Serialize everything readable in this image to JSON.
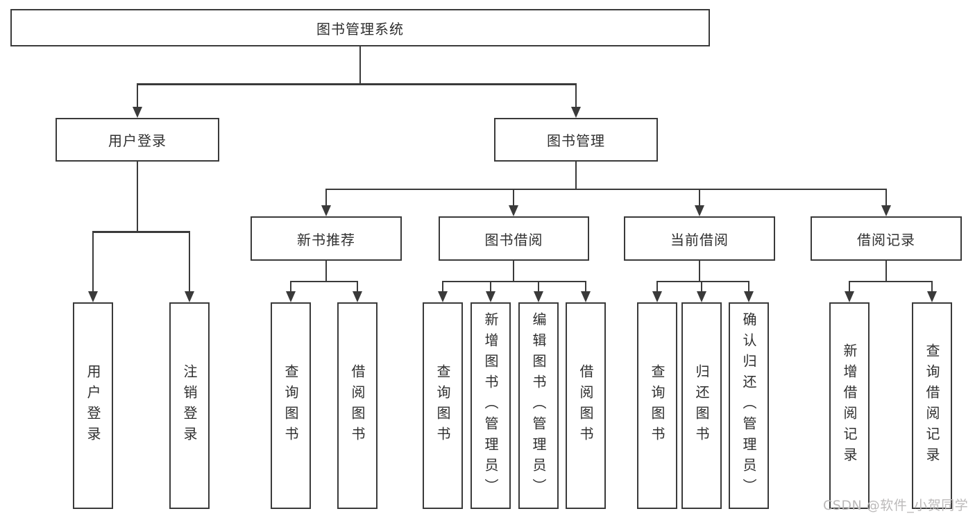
{
  "diagram": {
    "type": "hierarchy-tree",
    "root": {
      "label": "图书管理系统"
    },
    "level2": [
      {
        "id": "user-login",
        "label": "用户登录"
      },
      {
        "id": "book-management",
        "label": "图书管理"
      }
    ],
    "level3": [
      {
        "id": "new-book-recommend",
        "label": "新书推荐"
      },
      {
        "id": "book-borrowing",
        "label": "图书借阅"
      },
      {
        "id": "current-borrowing",
        "label": "当前借阅"
      },
      {
        "id": "borrow-records",
        "label": "借阅记录"
      }
    ],
    "leaves": {
      "user_login": [
        {
          "label": "用户登录"
        },
        {
          "label": "注销登录"
        }
      ],
      "new_book": [
        {
          "label": "查询图书"
        },
        {
          "label": "借阅图书"
        }
      ],
      "book_borrow": [
        {
          "label": "查询图书"
        },
        {
          "label": "新增图书（管理员）"
        },
        {
          "label": "编辑图书（管理员）"
        },
        {
          "label": "借阅图书"
        }
      ],
      "current_borrow": [
        {
          "label": "查询图书"
        },
        {
          "label": "归还图书"
        },
        {
          "label": "确认归还（管理员）"
        }
      ],
      "borrow_records": [
        {
          "label": "新增借阅记录"
        },
        {
          "label": "查询借阅记录"
        }
      ]
    }
  },
  "watermark": {
    "text": "CSDN @软件_小贺同学"
  },
  "colors": {
    "line": "#3a3a3a",
    "text": "#2f2f2f",
    "watermark": "#bcbaba"
  }
}
